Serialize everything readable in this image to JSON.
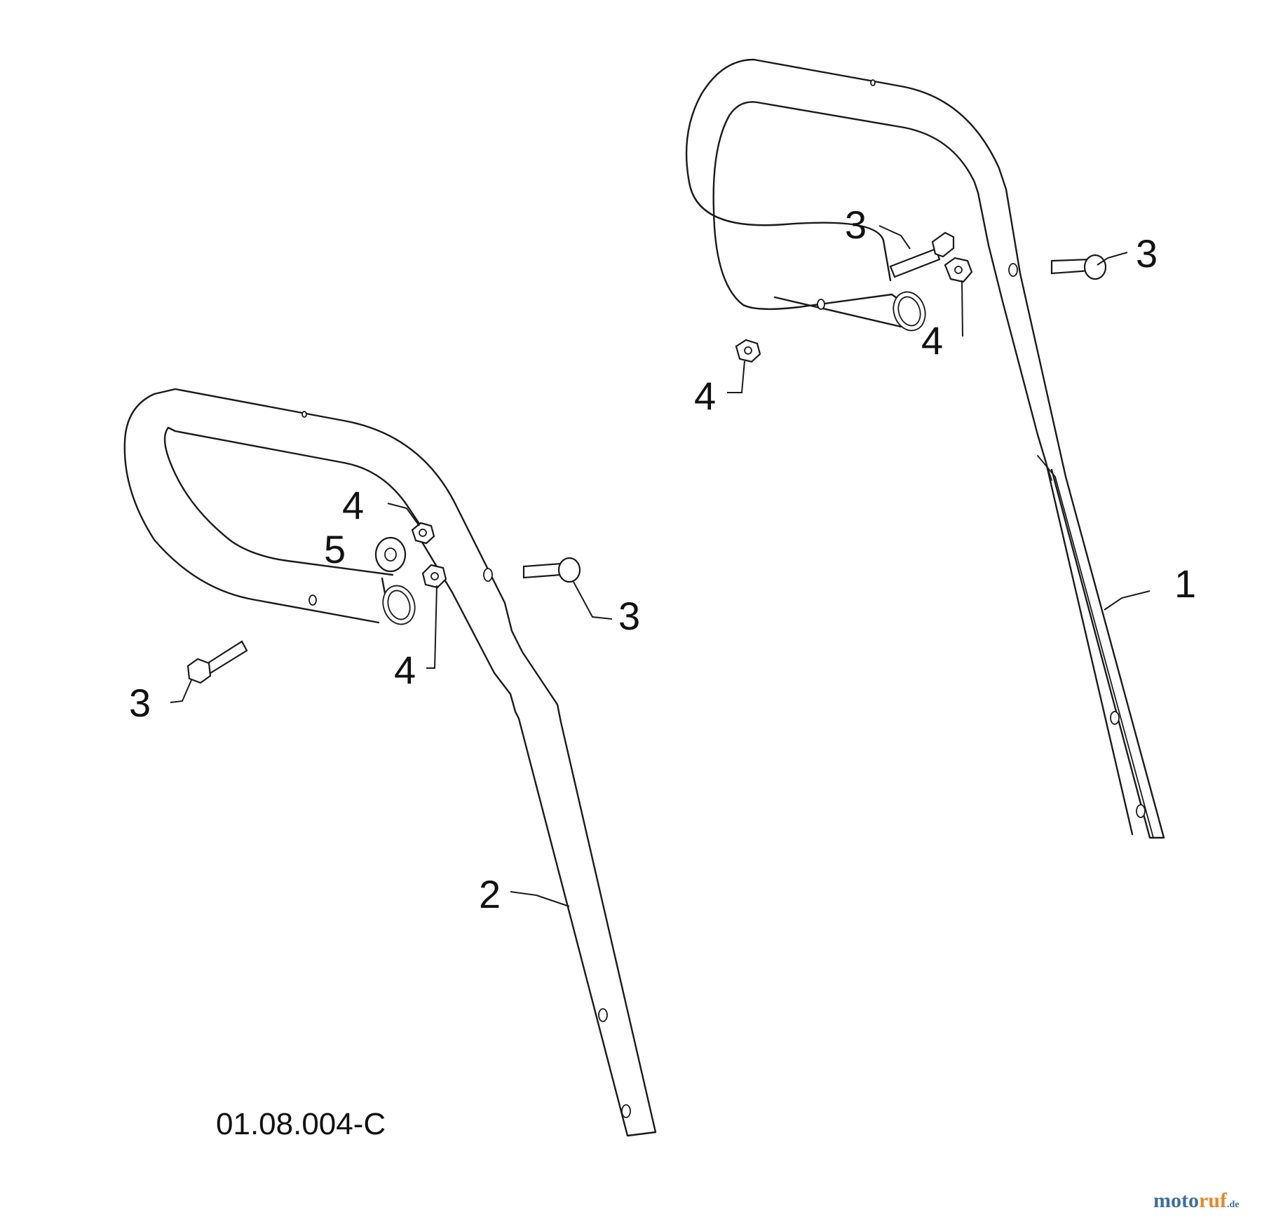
{
  "diagram": {
    "drawing_number": "01.08.004-C",
    "callouts": {
      "part_1": "1",
      "part_2": "2",
      "bolt_upper_left": "3",
      "bolt_upper_right": "3",
      "bolt_lower_right": "3",
      "bolt_lower_left": "3",
      "nut_upper_center": "4",
      "nut_upper_left": "4",
      "nut_lower_top": "4",
      "nut_lower_bottom": "4",
      "spacer_lower": "5"
    },
    "watermark": {
      "part_a": "moto",
      "part_b": "ruf",
      "part_c": ".de"
    }
  }
}
